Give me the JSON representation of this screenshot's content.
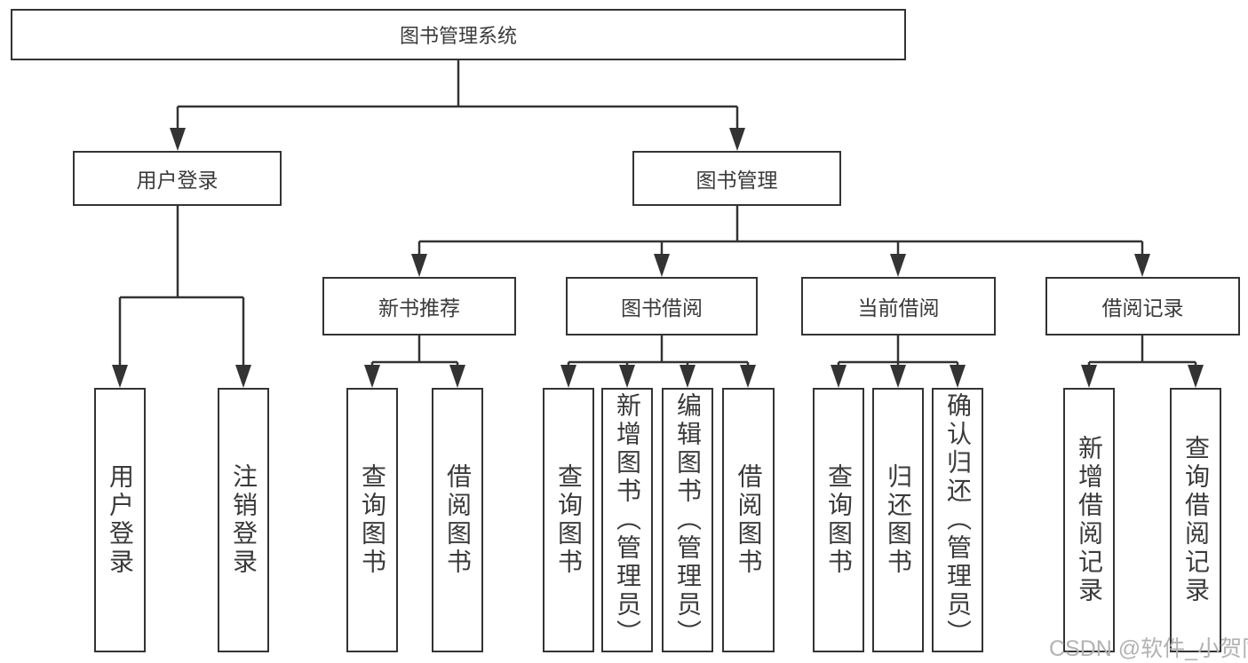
{
  "colors": {
    "background": "#ffffff",
    "line": "#333333",
    "box_border": "#333333",
    "text": "#3a3a3a",
    "watermark": "#b2b2b2"
  },
  "watermark": {
    "text": "CSDN @软件_小贺同学"
  },
  "tree": {
    "label": "图书管理系统",
    "children": [
      {
        "label": "用户登录",
        "children": [
          {
            "label": "用户登录"
          },
          {
            "label": "注销登录"
          }
        ]
      },
      {
        "label": "图书管理",
        "children": [
          {
            "label": "新书推荐",
            "children": [
              {
                "label": "查询图书"
              },
              {
                "label": "借阅图书"
              }
            ]
          },
          {
            "label": "图书借阅",
            "children": [
              {
                "label": "查询图书"
              },
              {
                "label": "新增图书（管理员）"
              },
              {
                "label": "编辑图书（管理员）"
              },
              {
                "label": "借阅图书"
              }
            ]
          },
          {
            "label": "当前借阅",
            "children": [
              {
                "label": "查询图书"
              },
              {
                "label": "归还图书"
              },
              {
                "label": "确认归还（管理员）"
              }
            ]
          },
          {
            "label": "借阅记录",
            "children": [
              {
                "label": "新增借阅记录"
              },
              {
                "label": "查询借阅记录"
              }
            ]
          }
        ]
      }
    ]
  }
}
